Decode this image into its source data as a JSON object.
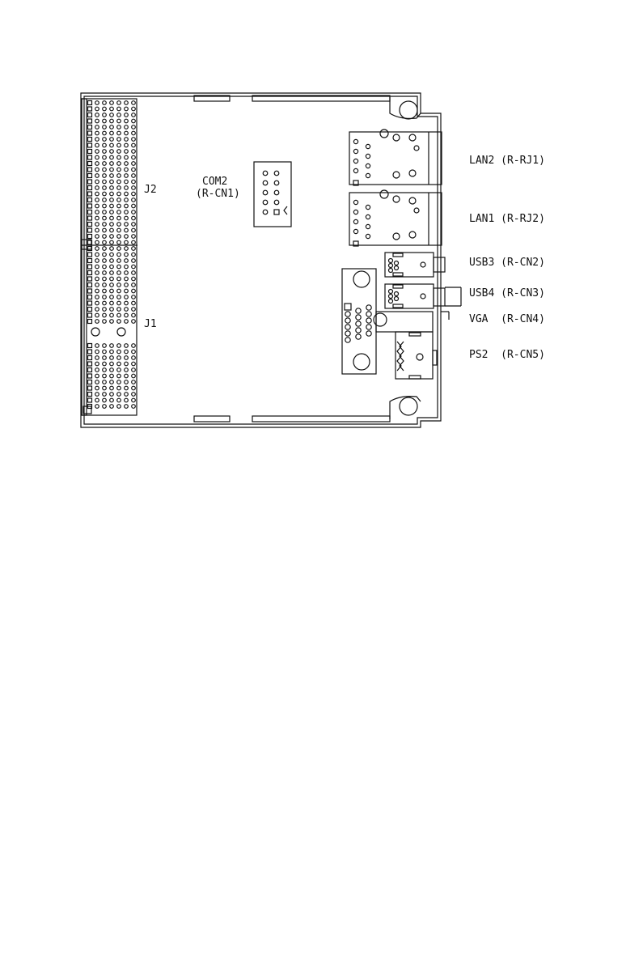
{
  "labels": {
    "j2": "J2",
    "j1": "J1",
    "com2_name": "COM2",
    "com2_ref": "(R-CN1)",
    "lan2": "LAN2 (R-RJ1)",
    "lan1": "LAN1 (R-RJ2)",
    "usb3": "USB3 (R-CN2)",
    "usb4": "USB4 (R-CN3)",
    "vga": "VGA  (R-CN4)",
    "ps2": "PS2  (R-CN5)"
  }
}
